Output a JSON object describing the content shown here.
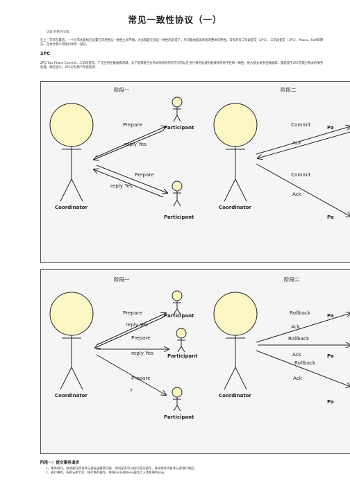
{
  "title": "常见一致性协议（一）",
  "meta": "这是 的系列文章。",
  "intro": "在上一节的在最初，一个分布式系统在设置在可用性与一致性之间平衡。大多都是在保证一致性的前提下，尽可能地提高系统的整体可用性。常见的有二阶段提交（2PC）、三阶段提交（3PC）、Paxos、Raft等算法。在本文将介绍他们中的一部分。",
  "section_2pc": "2PC",
  "desc": "2PC(Two-Phase Commit，二阶段提交。广泛应用在数据库领域，为了使得基于分布式架构的所有节点可以在进行事务处理时能够保持原子性和一致性。绝大部分关系型数据库，都是基于2PC完成分布式的事务处理。顾名思义，2PC分为两个阶段处理.",
  "diagram1": {
    "phase1": "阶段一",
    "phase2": "阶段二",
    "coordinator": "Coordinator",
    "participant": "Participant",
    "participant_cut": "Pa",
    "prepare": "Prepare",
    "reply": "reply Yes",
    "commit": "Commit",
    "ack": "Ack"
  },
  "diagram2": {
    "phase1": "阶段一",
    "phase2": "阶段二",
    "coordinator": "Coordinator",
    "participant": "Participant",
    "participant_cut": "Pa",
    "prepare": "Prepare",
    "reply": "reply Yes",
    "unknown": "?",
    "rollback": "Rollback",
    "ack": "Ack"
  },
  "stage1_heading": "阶段一：提交事务请求",
  "steps": [
    "1、事务询问。协调者向所有参与者发送事务内容，询问是否可以执行提交操作，并开始等待各参与者进行响应;",
    "2、执行事务。各参与者节点，执行事务操作，并将Undo和Redo操作计入本机事务日志;"
  ]
}
